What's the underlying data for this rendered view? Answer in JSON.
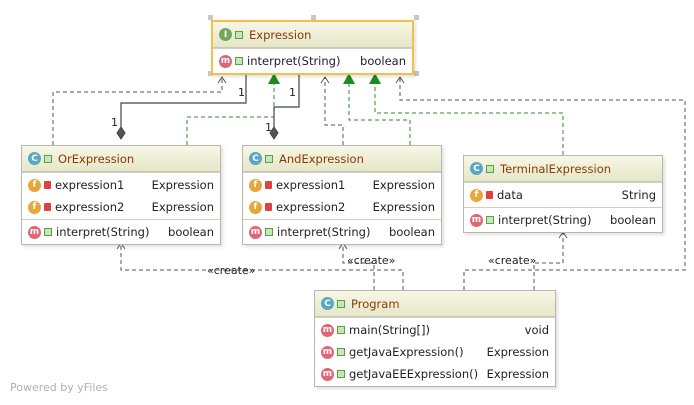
{
  "classes": {
    "expression": {
      "name": "Expression",
      "badge": "I",
      "methods": [
        {
          "name": "interpret(String)",
          "type": "boolean",
          "badge": "m"
        }
      ]
    },
    "or_expression": {
      "name": "OrExpression",
      "badge": "C",
      "fields": [
        {
          "name": "expression1",
          "type": "Expression",
          "badge": "f"
        },
        {
          "name": "expression2",
          "type": "Expression",
          "badge": "f"
        }
      ],
      "methods": [
        {
          "name": "interpret(String)",
          "type": "boolean",
          "badge": "m"
        }
      ]
    },
    "and_expression": {
      "name": "AndExpression",
      "badge": "C",
      "fields": [
        {
          "name": "expression1",
          "type": "Expression",
          "badge": "f"
        },
        {
          "name": "expression2",
          "type": "Expression",
          "badge": "f"
        }
      ],
      "methods": [
        {
          "name": "interpret(String)",
          "type": "boolean",
          "badge": "m"
        }
      ]
    },
    "terminal_expression": {
      "name": "TerminalExpression",
      "badge": "C",
      "fields": [
        {
          "name": "data",
          "type": "String",
          "badge": "f"
        }
      ],
      "methods": [
        {
          "name": "interpret(String)",
          "type": "boolean",
          "badge": "m"
        }
      ]
    },
    "program": {
      "name": "Program",
      "badge": "C",
      "methods": [
        {
          "name": "main(String[])",
          "type": "void",
          "badge": "m"
        },
        {
          "name": "getJavaExpression()",
          "type": "Expression",
          "badge": "m"
        },
        {
          "name": "getJavaEEExpression()",
          "type": "Expression",
          "badge": "m"
        }
      ]
    }
  },
  "edge_labels": {
    "or_multiplicity_child": "1",
    "or_multiplicity_parent": "1",
    "and_multiplicity_child": "1",
    "and_multiplicity_parent": "1",
    "create_or": "«create»",
    "create_and": "«create»",
    "create_terminal": "«create»"
  },
  "watermark": "Powered by yFiles",
  "colors": {
    "realization": "#2e8b2e",
    "dependency": "#555555",
    "aggregation": "#444444",
    "class_name": "#8a3b00",
    "selection": "#f2c14a"
  }
}
